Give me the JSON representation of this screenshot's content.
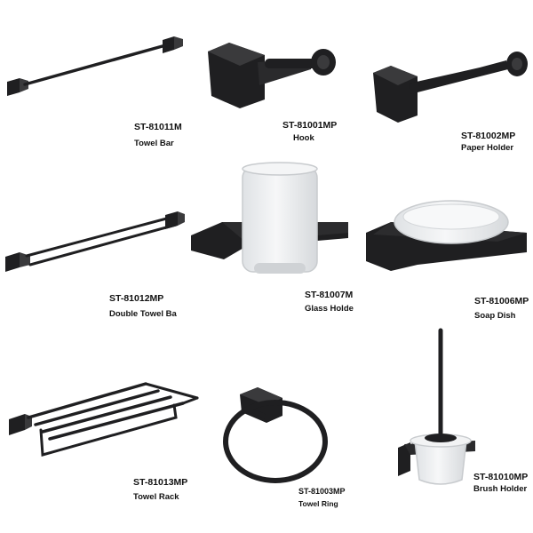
{
  "colors": {
    "metal": "#1f1f21",
    "metal_edge": "#3a3a3c",
    "glass": "#eceef0",
    "glass_edge": "#c8cbce",
    "text": "#111111"
  },
  "products": [
    {
      "code": "ST-81011M",
      "name": "Towel Bar"
    },
    {
      "code": "ST-81001MP",
      "name": "Hook"
    },
    {
      "code": "ST-81002MP",
      "name": "Paper Holder"
    },
    {
      "code": "ST-81012MP",
      "name": "Double Towel Ba"
    },
    {
      "code": "ST-81007M",
      "name": "Glass Holde"
    },
    {
      "code": "ST-81006MP",
      "name": "Soap Dish"
    },
    {
      "code": "ST-81013MP",
      "name": "Towel Rack"
    },
    {
      "code": "ST-81003MP",
      "name": "Towel Ring"
    },
    {
      "code": "ST-81010MP",
      "name": "Brush Holder"
    }
  ]
}
